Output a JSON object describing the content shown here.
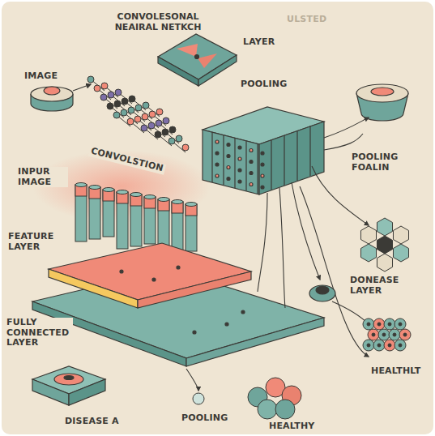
{
  "diagram": {
    "title": "CONVOLESONAL NEAIRAL NETKCH",
    "labels": [
      "LAYER",
      "ULSTED",
      "IMAGE",
      "POOLING",
      "CONVOLSTION",
      "POOLING FOALIN",
      "INPUR IMAGE",
      "FEATURE LAYER",
      "DONEASE LAYER",
      "FULLY CONNECTED LAYER",
      "HEALTHLT",
      "DISEASE A",
      "POOLING",
      "HEALTHY"
    ]
  }
}
